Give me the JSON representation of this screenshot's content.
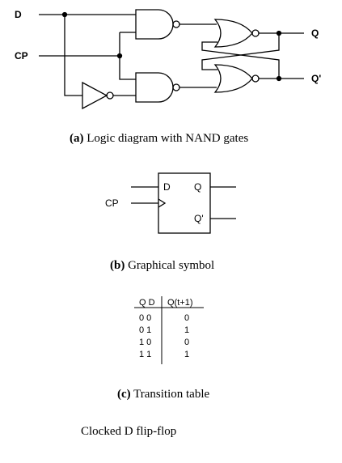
{
  "logic_diagram": {
    "input_d": "D",
    "input_cp": "CP",
    "output_q": "Q",
    "output_q_bar": "Q'"
  },
  "symbol": {
    "pin_d": "D",
    "pin_q": "Q",
    "pin_q_bar": "Q'",
    "pin_cp": "CP"
  },
  "transition_table": {
    "header_qd": "Q D",
    "header_next": "Q(t+1)",
    "rows": [
      {
        "qd": "0 0",
        "next": "0"
      },
      {
        "qd": "0 1",
        "next": "1"
      },
      {
        "qd": "1 0",
        "next": "0"
      },
      {
        "qd": "1 1",
        "next": "1"
      }
    ]
  },
  "captions": {
    "a_label": "(a)",
    "a_text": "Logic diagram with NAND gates",
    "b_label": "(b)",
    "b_text": "Graphical symbol",
    "c_label": "(c)",
    "c_text": "Transition table",
    "title": "Clocked D flip-flop"
  }
}
